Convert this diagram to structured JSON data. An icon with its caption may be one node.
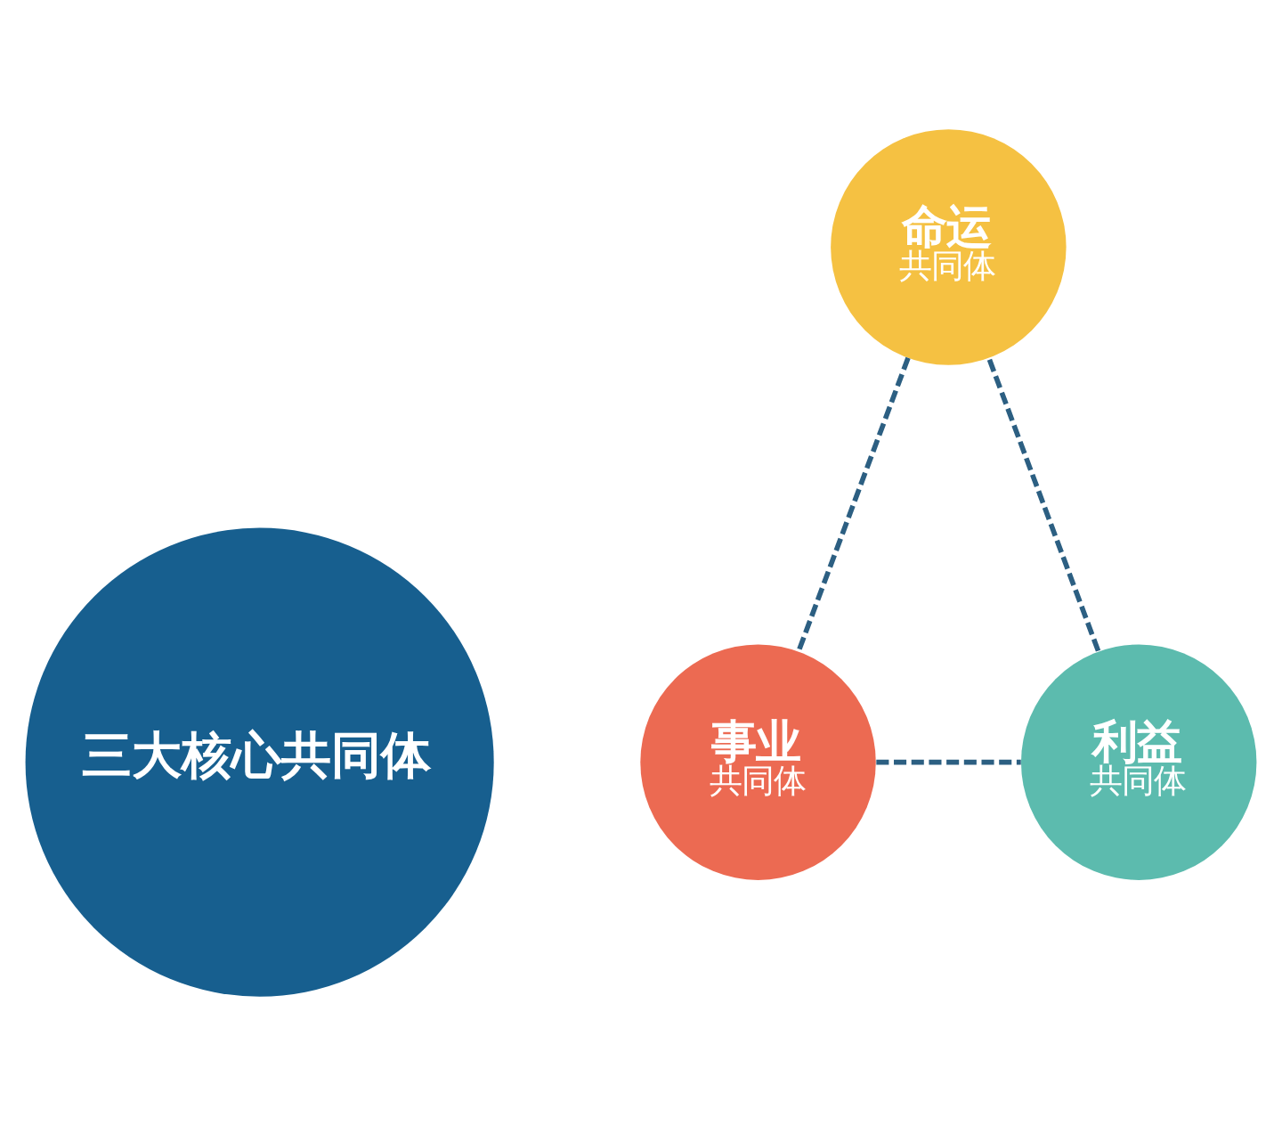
{
  "diagram": {
    "nodes": [
      {
        "text": [
          "三大核心共同体"
        ]
      },
      {
        "text": [
          "命运",
          "共同体"
        ]
      },
      {
        "text": [
          "事业",
          "共同体"
        ]
      },
      {
        "text": [
          "利益",
          "共同体"
        ]
      }
    ],
    "edges": [
      {
        "from": 1,
        "to": 2,
        "arrow": "none",
        "style": "dashed"
      },
      {
        "from": 2,
        "to": 3,
        "arrow": "none",
        "style": "dashed"
      },
      {
        "from": 3,
        "to": 1,
        "arrow": "none",
        "style": "dashed"
      }
    ]
  }
}
